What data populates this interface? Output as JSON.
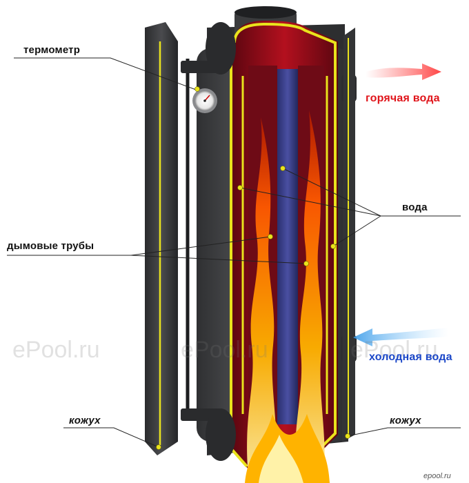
{
  "labels": {
    "thermometer": "термометр",
    "hot_water": "горячая вода",
    "water": "вода",
    "smoke_pipes": "дымовые трубы",
    "cold_water": "холодная вода",
    "casing_left": "кожух",
    "casing_right": "кожух"
  },
  "watermarks": [
    "ePool.ru",
    "ePool.ru",
    "ePool.ru"
  ],
  "corner_badge": "epool.ru",
  "colors": {
    "hot": "#e0141a",
    "cold": "#1b47c8",
    "casing": "#3a3b3d",
    "water_section": "#8e0d18",
    "flame": "#ff8a00",
    "marker": "#e9e31c"
  }
}
